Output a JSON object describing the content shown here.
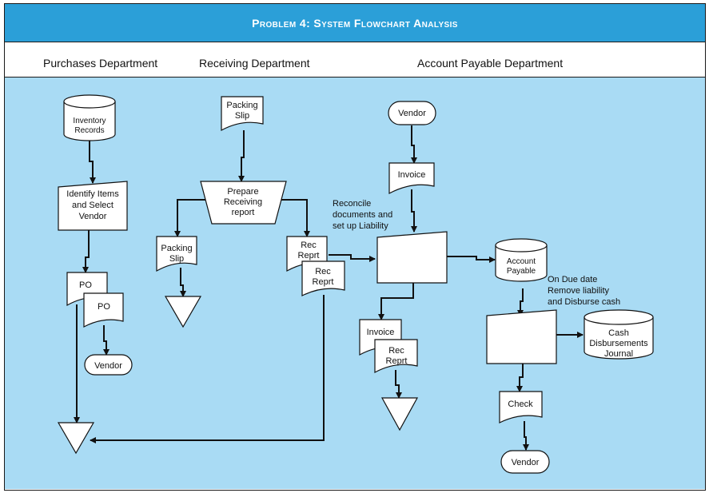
{
  "title": "Problem 4: System Flowchart Analysis",
  "departments": {
    "purchases": "Purchases Department",
    "receiving": "Receiving Department",
    "payable": "Account Payable Department"
  },
  "nodes": {
    "inventory_records": [
      "Inventory",
      "Records"
    ],
    "identify_items": [
      "Identify Items",
      "and Select",
      "Vendor"
    ],
    "po_1": "PO",
    "po_2": "PO",
    "vendor_purch": "Vendor",
    "packing_slip_top": [
      "Packing",
      "Slip"
    ],
    "prepare_receiving": [
      "Prepare",
      "Receiving",
      "report"
    ],
    "packing_slip_2": [
      "Packing",
      "Slip"
    ],
    "rec_reprt_1": [
      "Rec",
      "Reprt"
    ],
    "rec_reprt_2": [
      "Rec",
      "Reprt"
    ],
    "vendor_ap": "Vendor",
    "invoice_top": "Invoice",
    "reconcile_note": [
      "Reconcile",
      "documents and",
      "set up Liability"
    ],
    "invoice_2": "Invoice",
    "rec_reprt_3": [
      "Rec",
      "Reprt"
    ],
    "account_payable": [
      "Account",
      "Payable"
    ],
    "due_date_note": [
      "On Due date",
      "Remove liability",
      "and Disburse cash"
    ],
    "cash_disbursements": [
      "Cash",
      "Disbursements",
      "Journal"
    ],
    "check": "Check",
    "vendor_final": "Vendor"
  },
  "colors": {
    "title_bar": "#2b9fd8",
    "canvas": "#a9dbf4",
    "shape_fill": "#ffffff",
    "line": "#111111"
  }
}
